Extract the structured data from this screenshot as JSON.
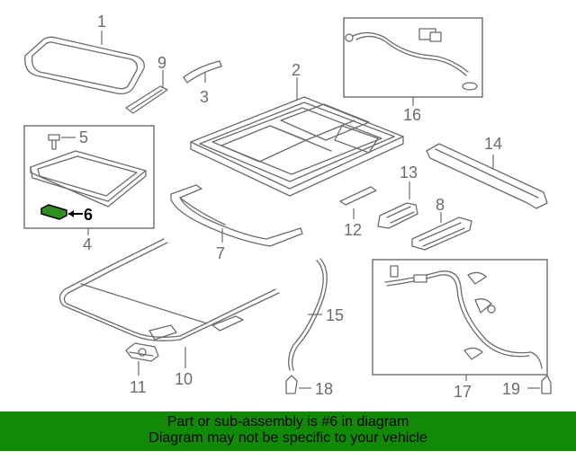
{
  "diagram": {
    "callouts": [
      {
        "id": "1",
        "label": "1"
      },
      {
        "id": "2",
        "label": "2"
      },
      {
        "id": "3",
        "label": "3"
      },
      {
        "id": "4",
        "label": "4"
      },
      {
        "id": "5",
        "label": "5"
      },
      {
        "id": "6",
        "label": "6"
      },
      {
        "id": "7",
        "label": "7"
      },
      {
        "id": "8",
        "label": "8"
      },
      {
        "id": "9",
        "label": "9"
      },
      {
        "id": "10",
        "label": "10"
      },
      {
        "id": "11",
        "label": "11"
      },
      {
        "id": "12",
        "label": "12"
      },
      {
        "id": "13",
        "label": "13"
      },
      {
        "id": "14",
        "label": "14"
      },
      {
        "id": "15",
        "label": "15"
      },
      {
        "id": "16",
        "label": "16"
      },
      {
        "id": "17",
        "label": "17"
      },
      {
        "id": "18",
        "label": "18"
      },
      {
        "id": "19",
        "label": "19"
      }
    ],
    "highlighted_part": "6",
    "highlight_color": "#2f8f1f",
    "banner_color": "#138a07"
  },
  "notice": {
    "line1": "Part or sub-assembly is #6 in diagram",
    "line2": "Diagram may not be specific to your vehicle"
  }
}
